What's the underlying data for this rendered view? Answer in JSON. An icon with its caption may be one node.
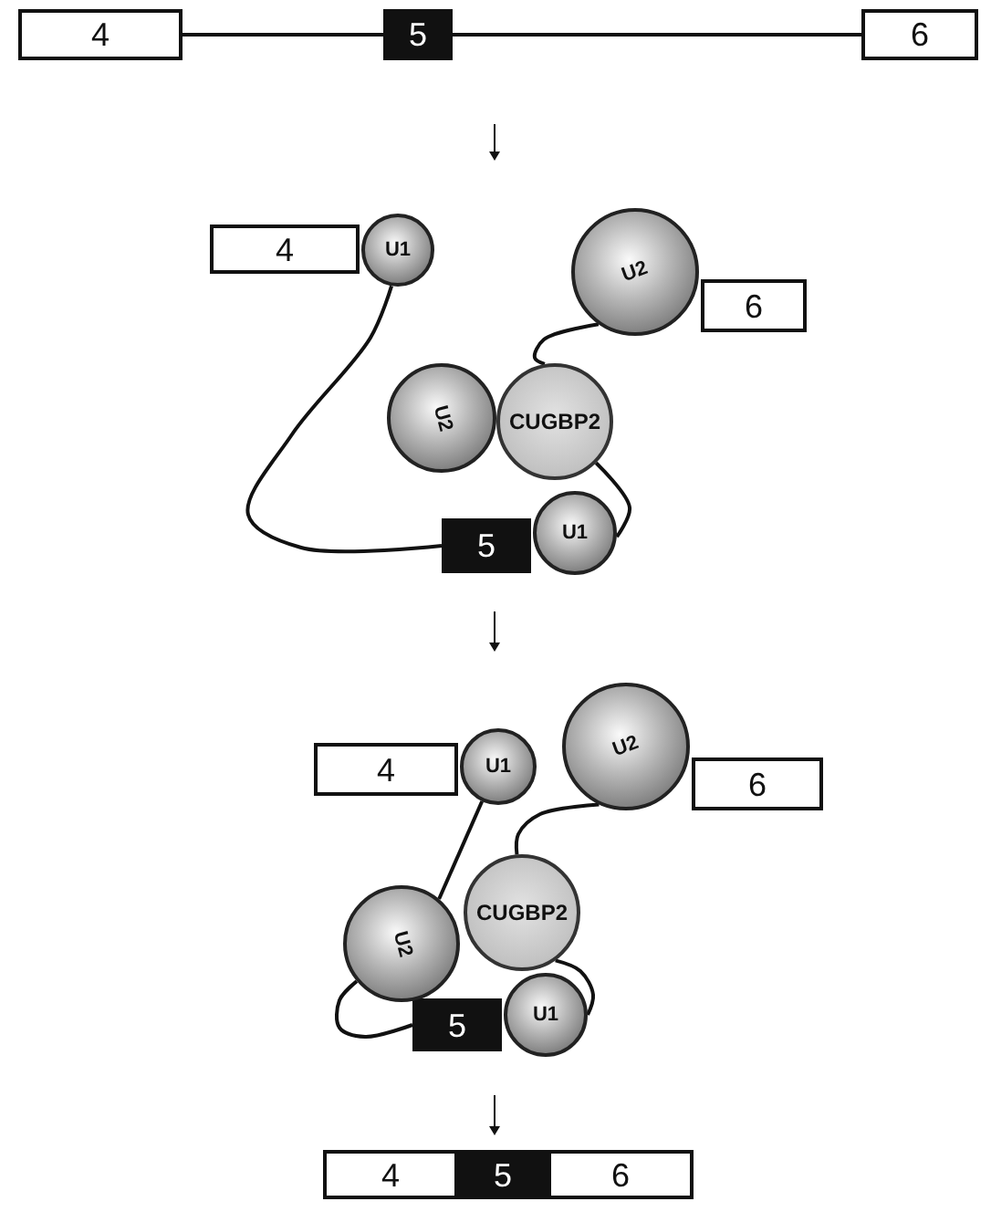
{
  "diagram": {
    "nodes": [
      {
        "text": [
          "4"
        ]
      },
      {
        "text": [
          "5"
        ]
      },
      {
        "text": [
          "6"
        ]
      },
      {
        "text": [
          "4"
        ]
      },
      {
        "text": [
          "U1"
        ]
      },
      {
        "text": [
          "U2"
        ]
      },
      {
        "text": [
          "6"
        ]
      },
      {
        "text": [
          "U2"
        ]
      },
      {
        "text": [
          "CUGBP2"
        ]
      },
      {
        "text": [
          "5"
        ]
      },
      {
        "text": [
          "U1"
        ]
      },
      {
        "text": [
          "4"
        ]
      },
      {
        "text": [
          "U1"
        ]
      },
      {
        "text": [
          "U2"
        ]
      },
      {
        "text": [
          "6"
        ]
      },
      {
        "text": [
          "U2"
        ]
      },
      {
        "text": [
          "CUGBP2"
        ]
      },
      {
        "text": [
          "5"
        ]
      },
      {
        "text": [
          "U1"
        ]
      },
      {
        "text": [
          "4"
        ]
      },
      {
        "text": [
          "5"
        ]
      },
      {
        "text": [
          "6"
        ]
      }
    ],
    "edges": [
      {
        "from": 0,
        "to": 1,
        "arrow": "none"
      },
      {
        "from": 1,
        "to": 2,
        "arrow": "none"
      },
      {
        "from": 4,
        "to": 9,
        "arrow": "none"
      },
      {
        "from": 5,
        "to": 8,
        "arrow": "none"
      },
      {
        "from": 8,
        "to": 10,
        "arrow": "none"
      },
      {
        "from": 12,
        "to": 15,
        "arrow": "none"
      },
      {
        "from": 13,
        "to": 16,
        "arrow": "none"
      },
      {
        "from": 16,
        "to": 18,
        "arrow": "none"
      },
      {
        "from": 15,
        "to": 17,
        "arrow": "none"
      }
    ]
  }
}
